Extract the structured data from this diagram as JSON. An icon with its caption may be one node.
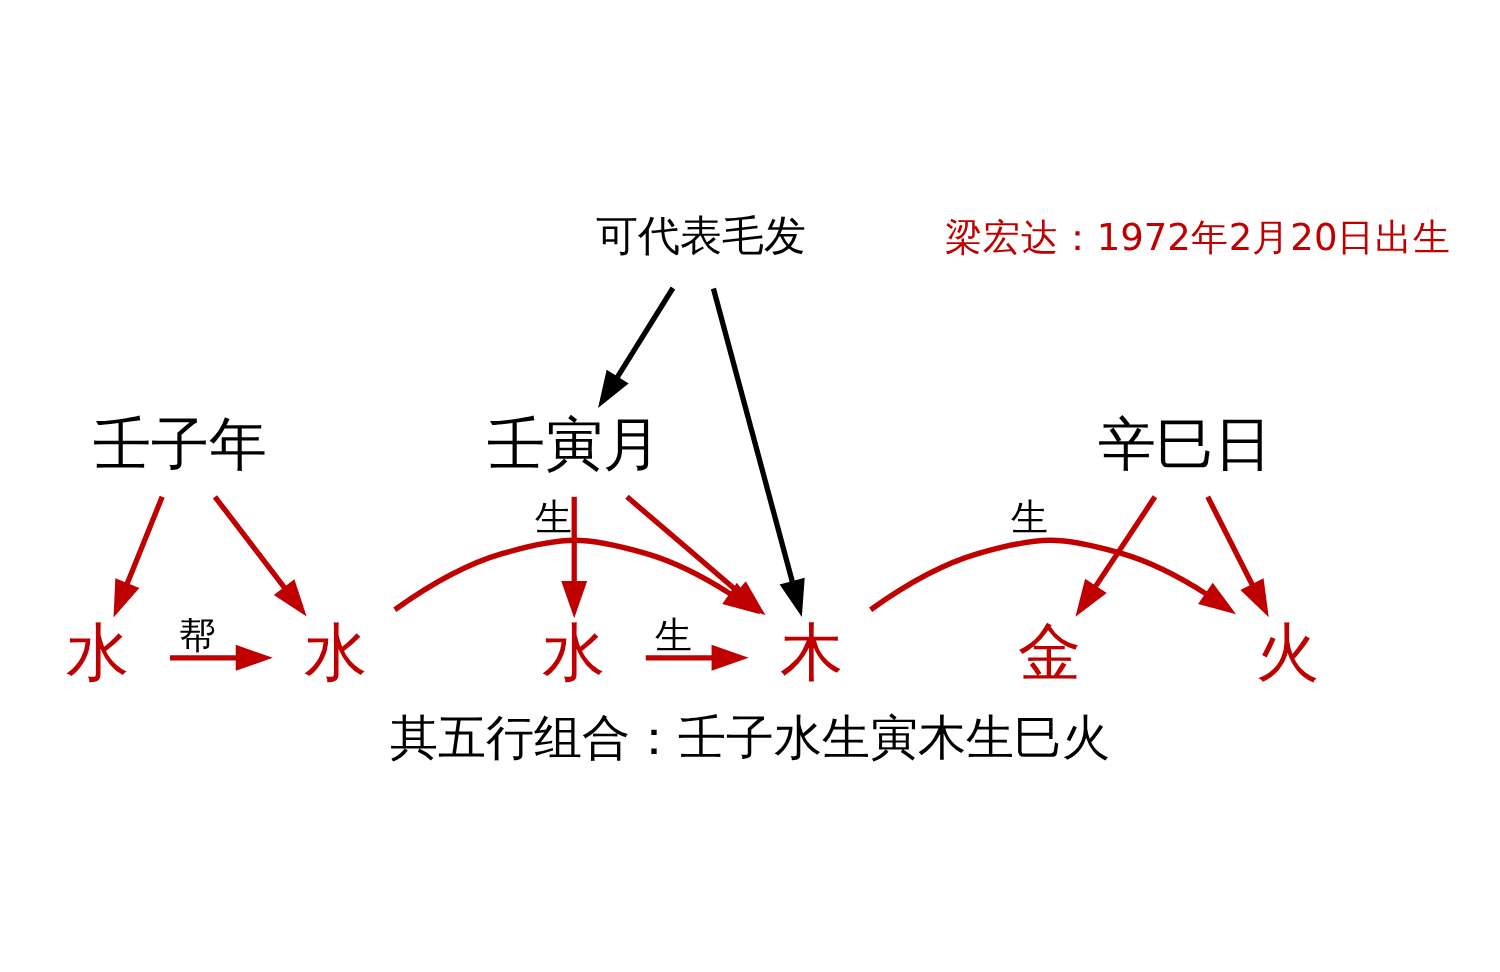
{
  "diagram": {
    "caption": "其五行组合：壬子水生寅木生巳火",
    "nodes": [
      {
        "text": [
          "可代表毛发"
        ]
      },
      {
        "text": [
          "壬子年"
        ]
      },
      {
        "text": [
          "壬寅月"
        ]
      },
      {
        "text": [
          "辛巳日"
        ]
      },
      {
        "text": [
          "水"
        ]
      },
      {
        "text": [
          "水"
        ]
      },
      {
        "text": [
          "水"
        ]
      },
      {
        "text": [
          "木"
        ]
      },
      {
        "text": [
          "金"
        ]
      },
      {
        "text": [
          "火"
        ]
      }
    ],
    "edges": [
      {
        "from": 0,
        "to": 2,
        "arrow": "to",
        "color": "#000000"
      },
      {
        "from": 0,
        "to": 7,
        "arrow": "to",
        "color": "#000000"
      },
      {
        "from": 1,
        "to": 4,
        "arrow": "to"
      },
      {
        "from": 1,
        "to": 5,
        "arrow": "to"
      },
      {
        "from": 4,
        "to": 5,
        "arrow": "to",
        "label": "帮"
      },
      {
        "from": 2,
        "to": 6,
        "arrow": "to"
      },
      {
        "from": 2,
        "to": 7,
        "arrow": "to"
      },
      {
        "from": 6,
        "to": 7,
        "arrow": "to",
        "label": "生"
      },
      {
        "from": 3,
        "to": 8,
        "arrow": "to"
      },
      {
        "from": 3,
        "to": 9,
        "arrow": "to"
      },
      {
        "from": 5,
        "to": 7,
        "arrow": "to",
        "label": "生"
      },
      {
        "from": 7,
        "to": 9,
        "arrow": "to",
        "label": "生"
      }
    ],
    "labels": [
      "梁宏达：1972年2月20日出生"
    ]
  }
}
